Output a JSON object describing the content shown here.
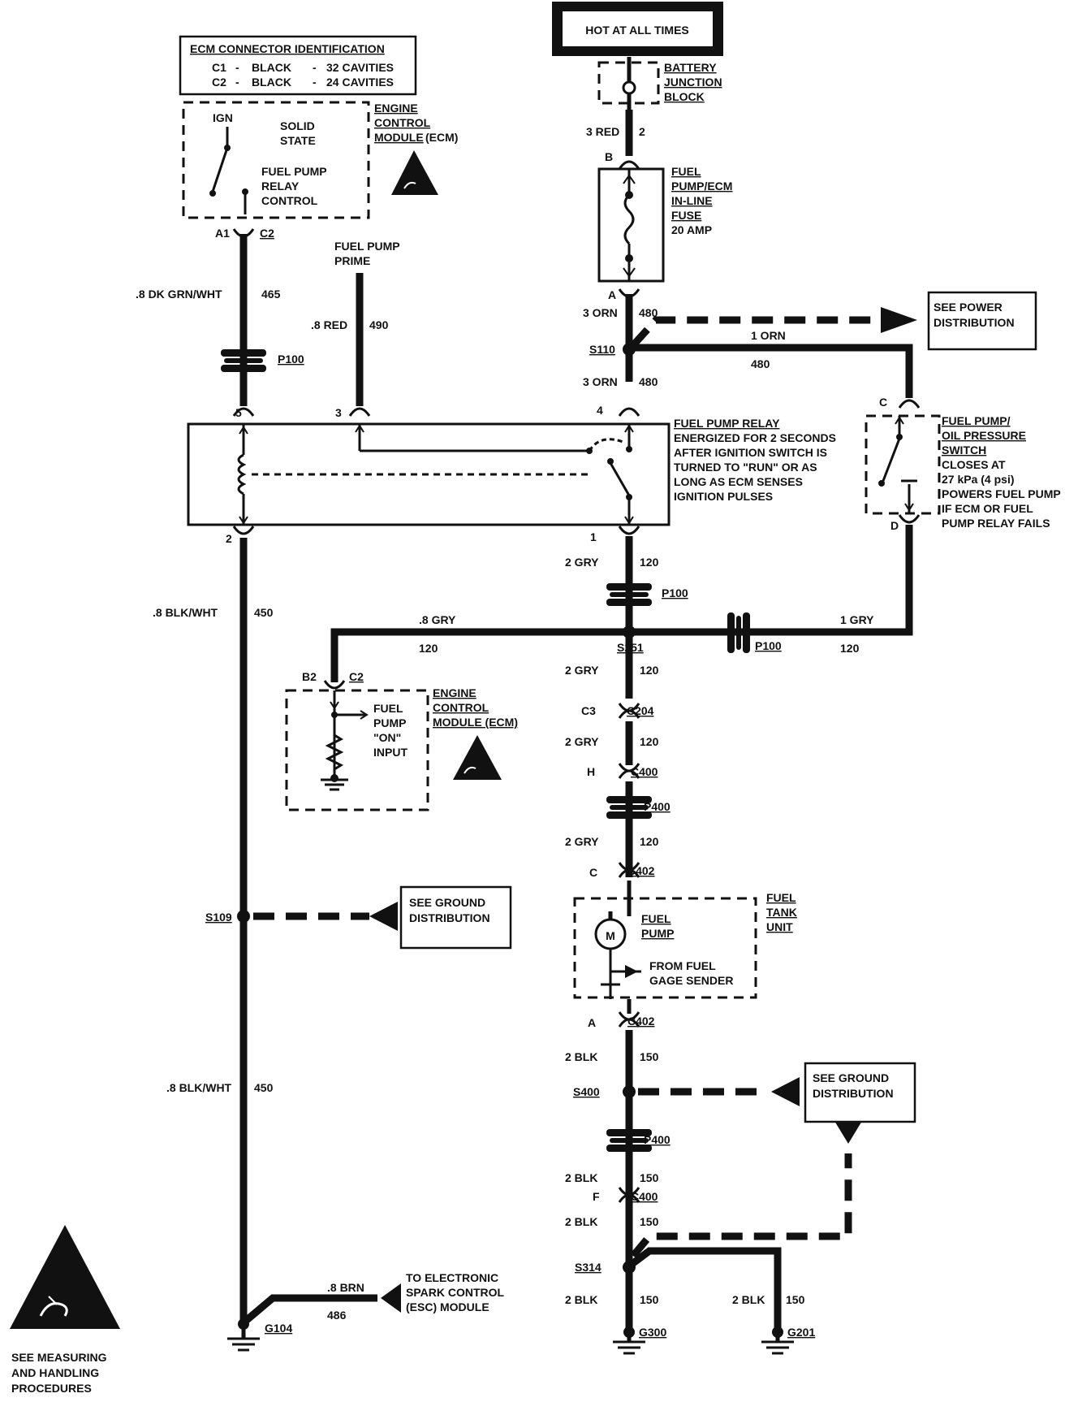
{
  "header": {
    "hot_label": "HOT AT ALL TIMES"
  },
  "battery_block": {
    "lines": [
      "BATTERY",
      "JUNCTION",
      "BLOCK"
    ]
  },
  "fuse": {
    "lines": [
      "FUEL",
      "PUMP/ECM",
      "IN-LINE",
      "FUSE",
      "20 AMP"
    ],
    "pin_b": "B",
    "pin_a": "A",
    "wire_in_color": "3 RED",
    "wire_in_circuit": "2"
  },
  "ecm_connector_id": {
    "title": "ECM CONNECTOR IDENTIFICATION",
    "rows": [
      {
        "conn": "C1",
        "dash1": "-",
        "color": "BLACK",
        "dash2": "-",
        "cavities": "32 CAVITIES"
      },
      {
        "conn": "C2",
        "dash1": "-",
        "color": "BLACK",
        "dash2": "-",
        "cavities": "24 CAVITIES"
      }
    ]
  },
  "ecm_top": {
    "ign": "IGN",
    "solid_state": [
      "SOLID",
      "STATE"
    ],
    "relay_control": [
      "FUEL PUMP",
      "RELAY",
      "CONTROL"
    ],
    "module_label": [
      "ENGINE",
      "CONTROL",
      "MODULE",
      "(ECM)"
    ],
    "pin": "A1",
    "conn": "C2"
  },
  "wires": {
    "w465_color": ".8 DK GRN/WHT",
    "w465_circuit": "465",
    "prime_label": [
      "FUEL PUMP",
      "PRIME"
    ],
    "w490_color": ".8 RED",
    "w490_circuit": "490",
    "w480a_color": "3 ORN",
    "w480a_circuit": "480",
    "w480b_color": "3 ORN",
    "w480b_circuit": "480",
    "orn1_color": "1 ORN",
    "orn1_circuit": "480",
    "gry120_color": "2 GRY",
    "gry120_circuit": "120",
    "blk450_color": ".8 BLK/WHT",
    "blk450_circuit": "450",
    "gry8_color": ".8 GRY",
    "gry8_circuit": "120",
    "gry1_color": "1 GRY",
    "gry1_circuit": "120",
    "gry_s251_color": "2 GRY",
    "gry_s251_circuit": "120",
    "gry_c204_color": "2 GRY",
    "gry_c204_circuit": "120",
    "gry_p400_color": "2 GRY",
    "gry_p400_circuit": "120",
    "blk150a_color": "2 BLK",
    "blk150a_circuit": "150",
    "blk150b_color": "2 BLK",
    "blk150b_circuit": "150",
    "blk150c_color": "2 BLK",
    "blk150c_circuit": "150",
    "blk150d_color": "2 BLK",
    "blk150d_circuit": "150",
    "blk150e_color": "2 BLK",
    "blk150e_circuit": "150",
    "blk450b_color": ".8 BLK/WHT",
    "blk450b_circuit": "450",
    "brn_color": ".8 BRN",
    "brn_circuit": "486"
  },
  "connectors": {
    "p100": "P100",
    "p400": "P400",
    "s110": "S110",
    "s251": "S251",
    "c204": "C204",
    "c400": "C400",
    "c402": "C402",
    "s109": "S109",
    "s400": "S400",
    "s314": "S314",
    "g104": "G104",
    "g300": "G300",
    "g201": "G201",
    "pin5": "5",
    "pin3": "3",
    "pin4": "4",
    "pin2": "2",
    "pin1": "1",
    "pin_c": "C",
    "pin_d": "D",
    "pin_c3": "C3",
    "pin_h": "H",
    "pin_c402": "C",
    "pin_a402": "A",
    "pin_f": "F",
    "pin_b2": "B2",
    "conn_c2": "C2"
  },
  "power_dist": [
    "SEE POWER",
    "DISTRIBUTION"
  ],
  "relay": {
    "description": [
      "FUEL PUMP RELAY",
      "ENERGIZED FOR 2 SECONDS",
      "AFTER IGNITION SWITCH IS",
      "TURNED TO \"RUN\" OR AS",
      "LONG AS ECM SENSES",
      "IGNITION PULSES"
    ]
  },
  "oil_switch": {
    "lines": [
      "FUEL PUMP/",
      "OIL PRESSURE",
      "SWITCH",
      "CLOSES AT",
      "27 kPa (4 psi)",
      "POWERS FUEL PUMP",
      "IF ECM OR FUEL",
      "PUMP RELAY FAILS"
    ]
  },
  "ecm_bottom": {
    "input": [
      "FUEL",
      "PUMP",
      "\"ON\"",
      "INPUT"
    ],
    "module_label": [
      "ENGINE",
      "CONTROL",
      "MODULE (ECM)"
    ]
  },
  "ground_dist_1": [
    "SEE GROUND",
    "DISTRIBUTION"
  ],
  "ground_dist_2": [
    "SEE GROUND",
    "DISTRIBUTION"
  ],
  "fuel_tank": {
    "unit_label": [
      "FUEL",
      "TANK",
      "UNIT"
    ],
    "pump_label": [
      "FUEL",
      "PUMP"
    ],
    "motor": "M",
    "gage": [
      "FROM FUEL",
      "GAGE SENDER"
    ]
  },
  "esc": [
    "TO ELECTRONIC",
    "SPARK CONTROL",
    "(ESC) MODULE"
  ],
  "measuring": [
    "SEE MEASURING",
    "AND HANDLING",
    "PROCEDURES"
  ]
}
